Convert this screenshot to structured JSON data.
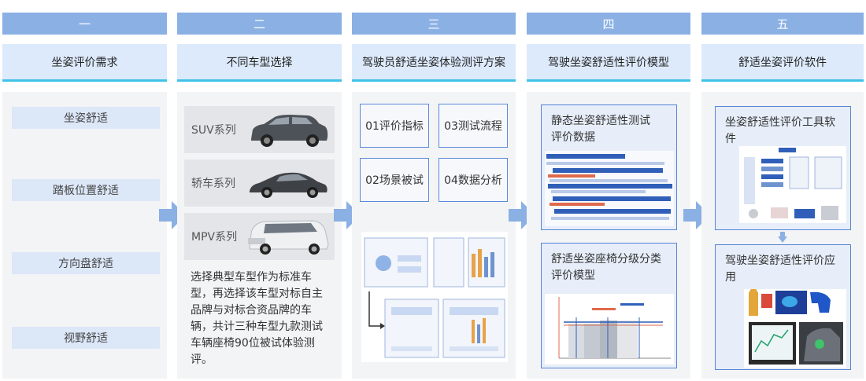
{
  "columns": [
    {
      "num": "一",
      "title": "坐姿评价需求"
    },
    {
      "num": "二",
      "title": "不同车型选择"
    },
    {
      "num": "三",
      "title": "驾驶员舒适坐姿体验测评方案"
    },
    {
      "num": "四",
      "title": "驾驶坐姿舒适性评价模型"
    },
    {
      "num": "五",
      "title": "舒适坐姿评价软件"
    }
  ],
  "requirements": [
    "坐姿舒适",
    "踏板位置舒适",
    "方向盘舒适",
    "视野舒适"
  ],
  "cars": [
    "SUV系列",
    "轿车系列",
    "MPV系列"
  ],
  "car_description": "选择典型车型作为标准车型，再选择该车型对标自主品牌与对标合资品牌的车辆，共计三种车型九款测试车辆座椅90位被试体验测评。",
  "plan_items": [
    "01评价指标",
    "03测试流程",
    "02场景被试",
    "04数据分析"
  ],
  "model_boxes": [
    "静态坐姿舒适性测试评价数据",
    "舒适坐姿座椅分级分类评价模型"
  ],
  "software_boxes": [
    "坐姿舒适性评价工具软件",
    "驾驶坐姿舒适性评价应用"
  ],
  "colors": {
    "num_bar": "#8ab0e4",
    "title_bar": "#ddeafc",
    "underline": "#3fc3e8",
    "box_border": "#5585d4"
  }
}
